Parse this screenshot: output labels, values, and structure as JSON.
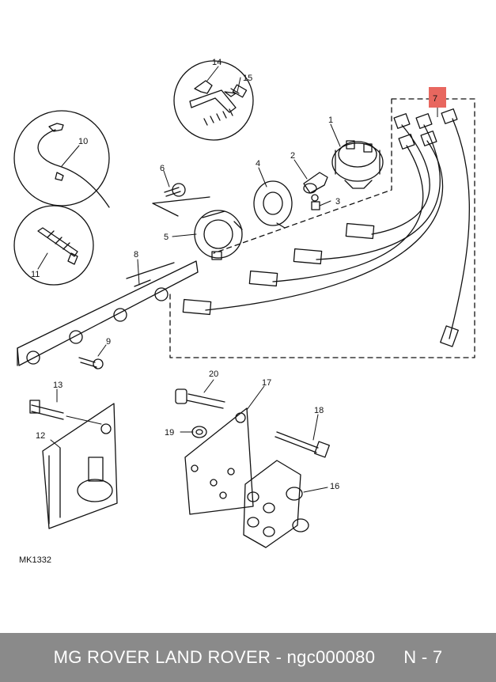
{
  "diagram": {
    "reference_code": "MK1332",
    "highlight_color": "#e8675f",
    "callouts": [
      {
        "id": "c1",
        "text": "1"
      },
      {
        "id": "c2",
        "text": "2"
      },
      {
        "id": "c3",
        "text": "3"
      },
      {
        "id": "c4",
        "text": "4"
      },
      {
        "id": "c5",
        "text": "5"
      },
      {
        "id": "c6",
        "text": "6"
      },
      {
        "id": "c7",
        "text": "7",
        "highlighted": true
      },
      {
        "id": "c8",
        "text": "8"
      },
      {
        "id": "c9",
        "text": "9"
      },
      {
        "id": "c10",
        "text": "10"
      },
      {
        "id": "c11",
        "text": "11"
      },
      {
        "id": "c12",
        "text": "12"
      },
      {
        "id": "c13",
        "text": "13"
      },
      {
        "id": "c14",
        "text": "14"
      },
      {
        "id": "c15",
        "text": "15"
      },
      {
        "id": "c16",
        "text": "16"
      },
      {
        "id": "c17",
        "text": "17"
      },
      {
        "id": "c18",
        "text": "18"
      },
      {
        "id": "c19",
        "text": "19"
      },
      {
        "id": "c20",
        "text": "20"
      }
    ]
  },
  "footer": {
    "title": "MG ROVER LAND ROVER - ngc000080",
    "page": "N - 7"
  }
}
